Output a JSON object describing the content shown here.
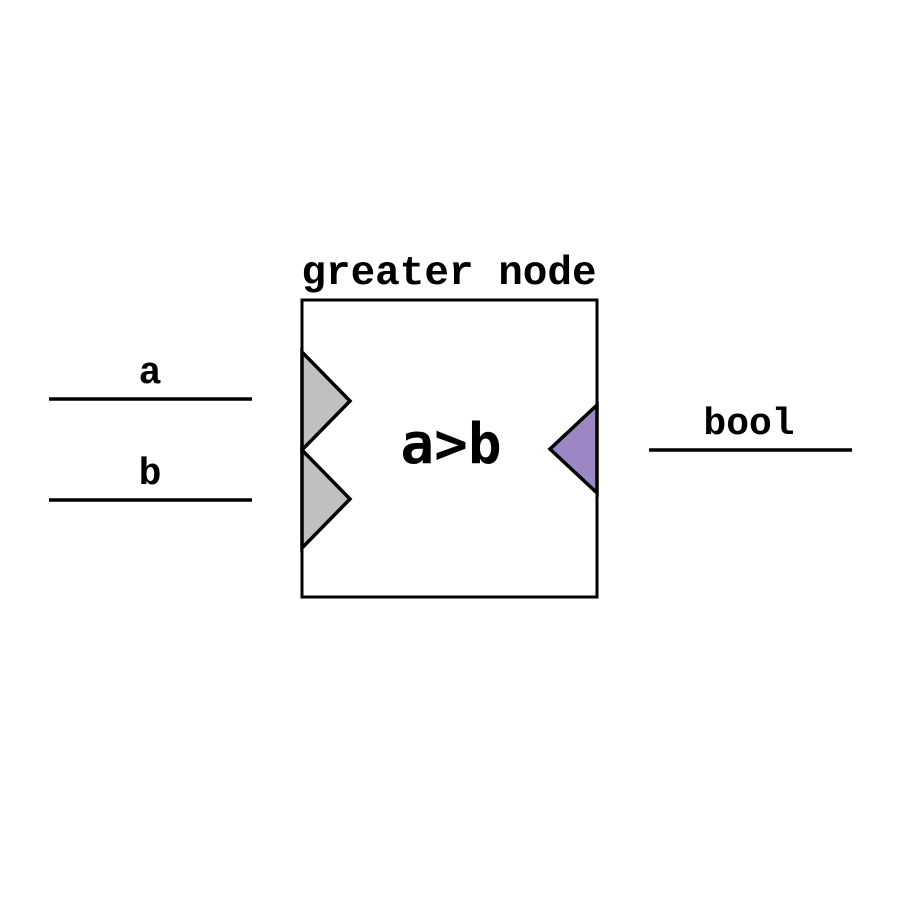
{
  "diagram": {
    "title": "greater node",
    "expression": "a>b",
    "inputs": [
      {
        "label": "a"
      },
      {
        "label": "b"
      }
    ],
    "output": {
      "label": "bool"
    },
    "colors": {
      "background": "#ffffff",
      "node_fill": "#ffffff",
      "outline": "#000000",
      "wire": "#000000",
      "input_port_fill": "#c0c0c0",
      "output_port_fill": "#9d86c4",
      "text": "#000000"
    }
  }
}
